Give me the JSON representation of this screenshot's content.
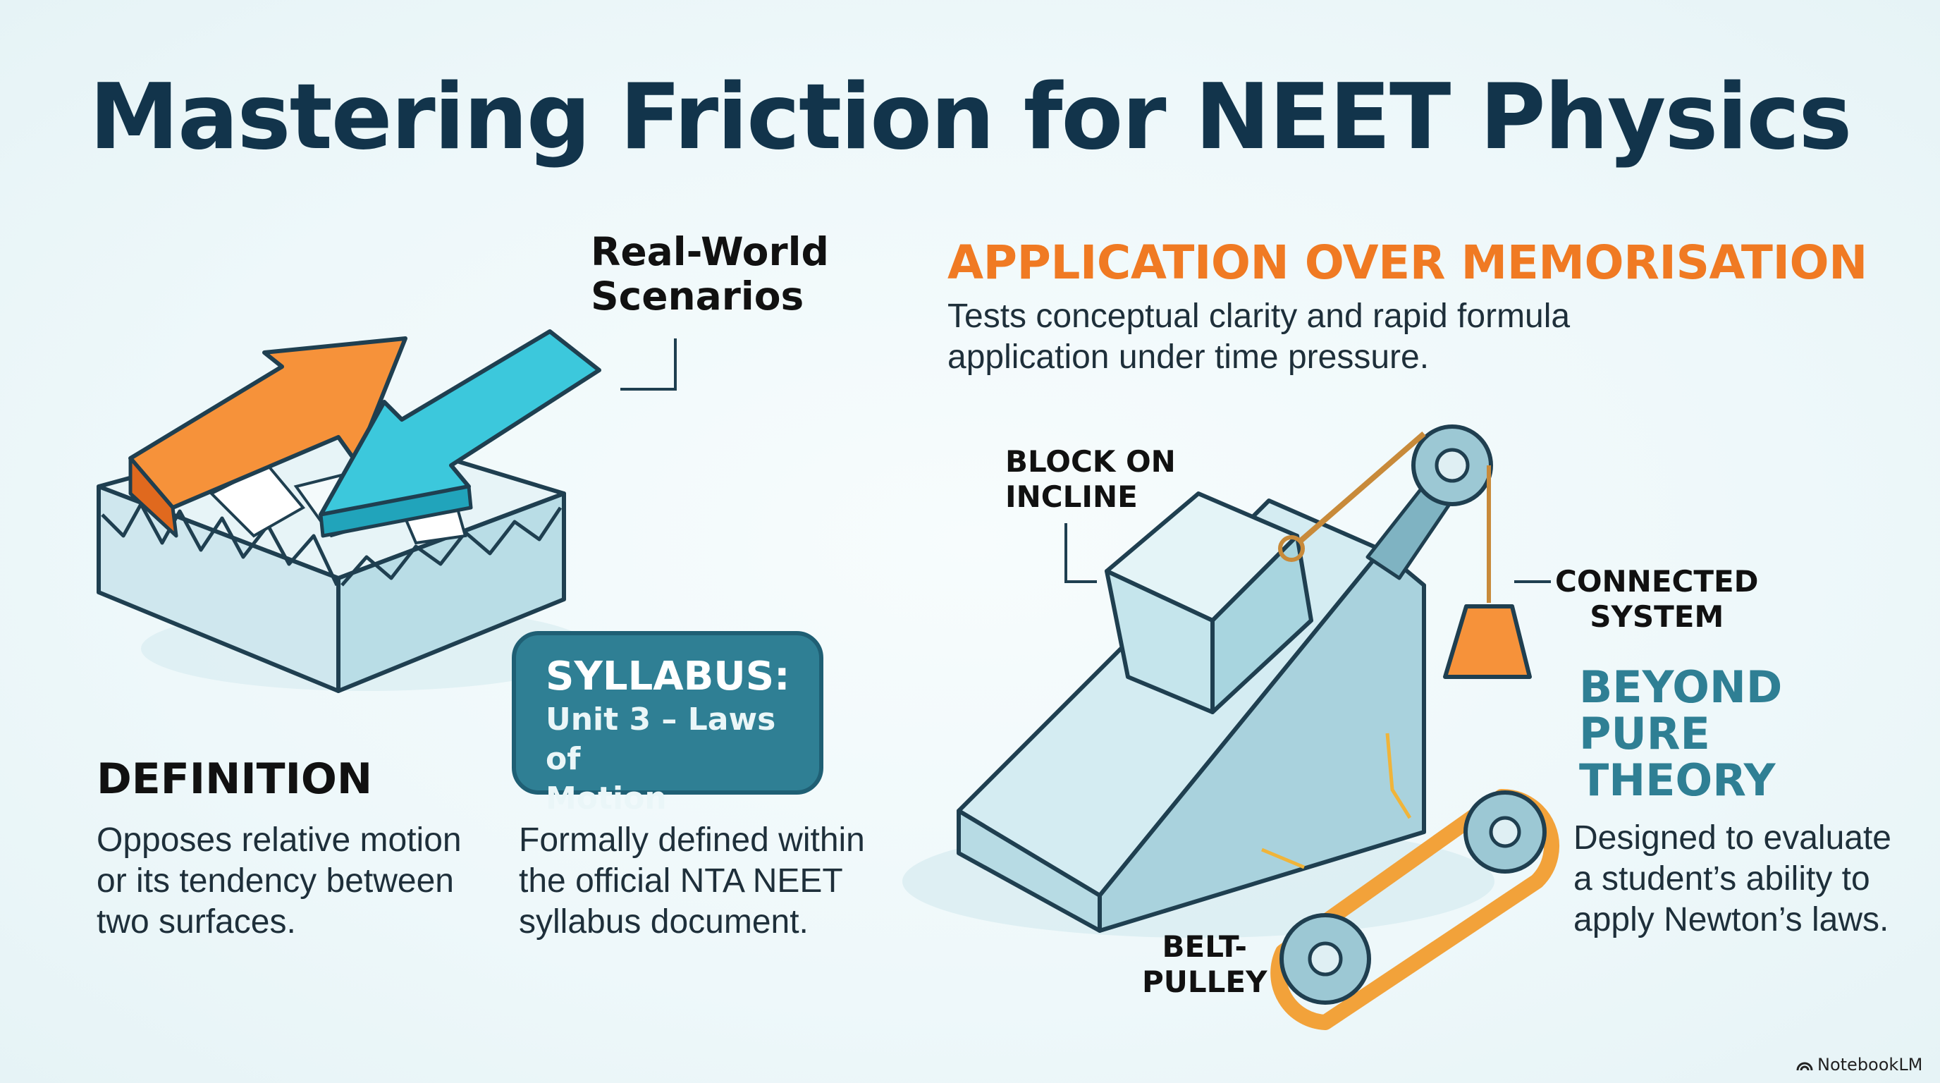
{
  "title": "Mastering Friction for NEET Physics",
  "real_world": {
    "line1": "Real-World",
    "line2": "Scenarios"
  },
  "application": {
    "heading": "APPLICATION OVER MEMORISATION",
    "text": "Tests conceptual clarity and rapid formula application under time pressure."
  },
  "syllabus": {
    "title": "SYLLABUS:",
    "sub1": "Unit 3 – Laws of",
    "sub2": "Motion",
    "text": "Formally defined within the official NTA NEET syllabus document."
  },
  "definition": {
    "heading": "DEFINITION",
    "text": "Opposes relative motion or its tendency between two surfaces."
  },
  "diagram_labels": {
    "block_line1": "BLOCK ON",
    "block_line2": "INCLINE",
    "connected_line1": "CONNECTED",
    "connected_line2": "SYSTEM",
    "belt_line1": "BELT-",
    "belt_line2": "PULLEY"
  },
  "beyond": {
    "line1": "BEYOND",
    "line2": "PURE",
    "line3": "THEORY",
    "text": "Designed to evaluate a student’s ability to apply Newton’s laws."
  },
  "branding": {
    "logo_text": "NotebookLM",
    "icon": "notebooklm-icon"
  },
  "colors": {
    "title": "#12344b",
    "accent_orange": "#f07a23",
    "accent_teal": "#2f7f94",
    "arrow_cyan": "#3cc8dc",
    "glass": "#cfe9ef"
  }
}
